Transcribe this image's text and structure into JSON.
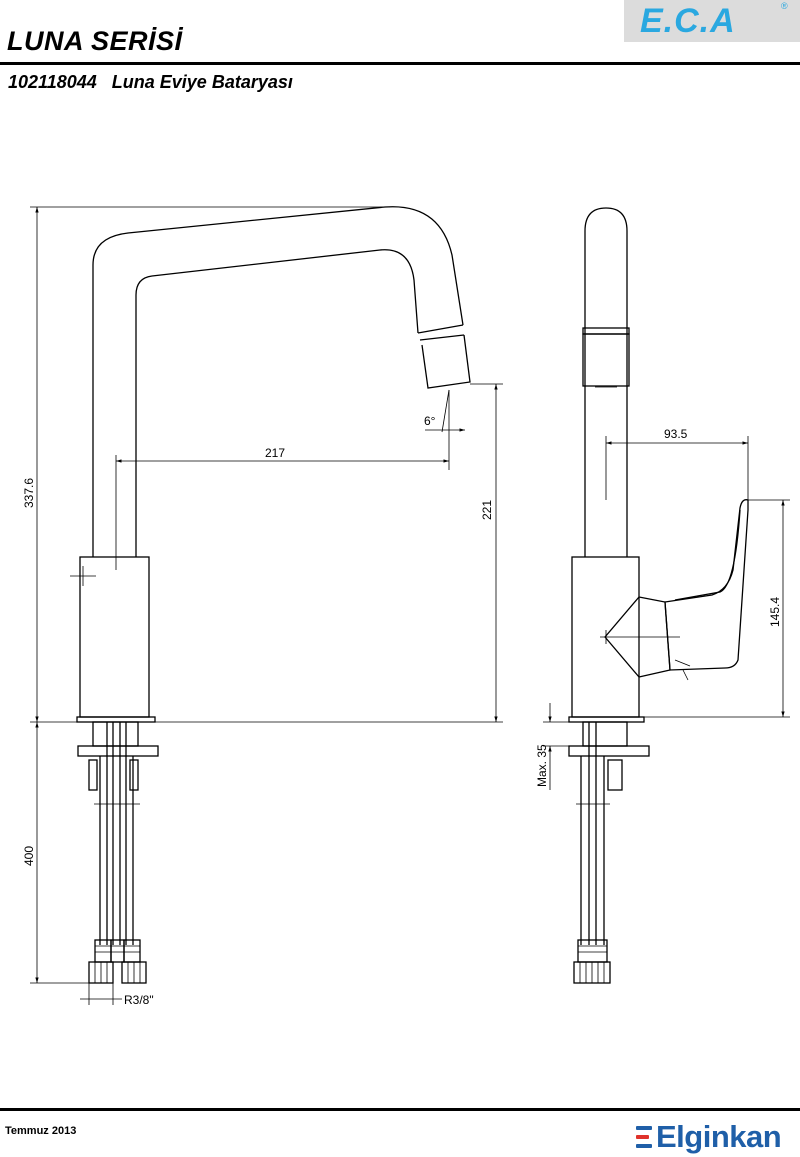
{
  "header": {
    "brand": "E.C.A",
    "brand_mark": "®",
    "series_title": "LUNA SERİSİ",
    "product_code": "102118044",
    "product_name": "Luna Eviye Bataryası"
  },
  "dimensions": {
    "total_height": "337.6",
    "spout_reach": "217",
    "spout_height": "221",
    "spout_angle": "6°",
    "lever_reach": "93.5",
    "lever_height": "145.4",
    "hose_length": "400",
    "counter_thickness": "Max. 35",
    "thread": "R3/8\""
  },
  "footer": {
    "date": "Temmuz 2013",
    "company": "Elginkan"
  },
  "colors": {
    "eca_blue": "#2aa8e0",
    "elginkan_blue": "#1f5fa8",
    "elginkan_bars": [
      "#1f5fa8",
      "#e0322b",
      "#1f5fa8"
    ]
  }
}
